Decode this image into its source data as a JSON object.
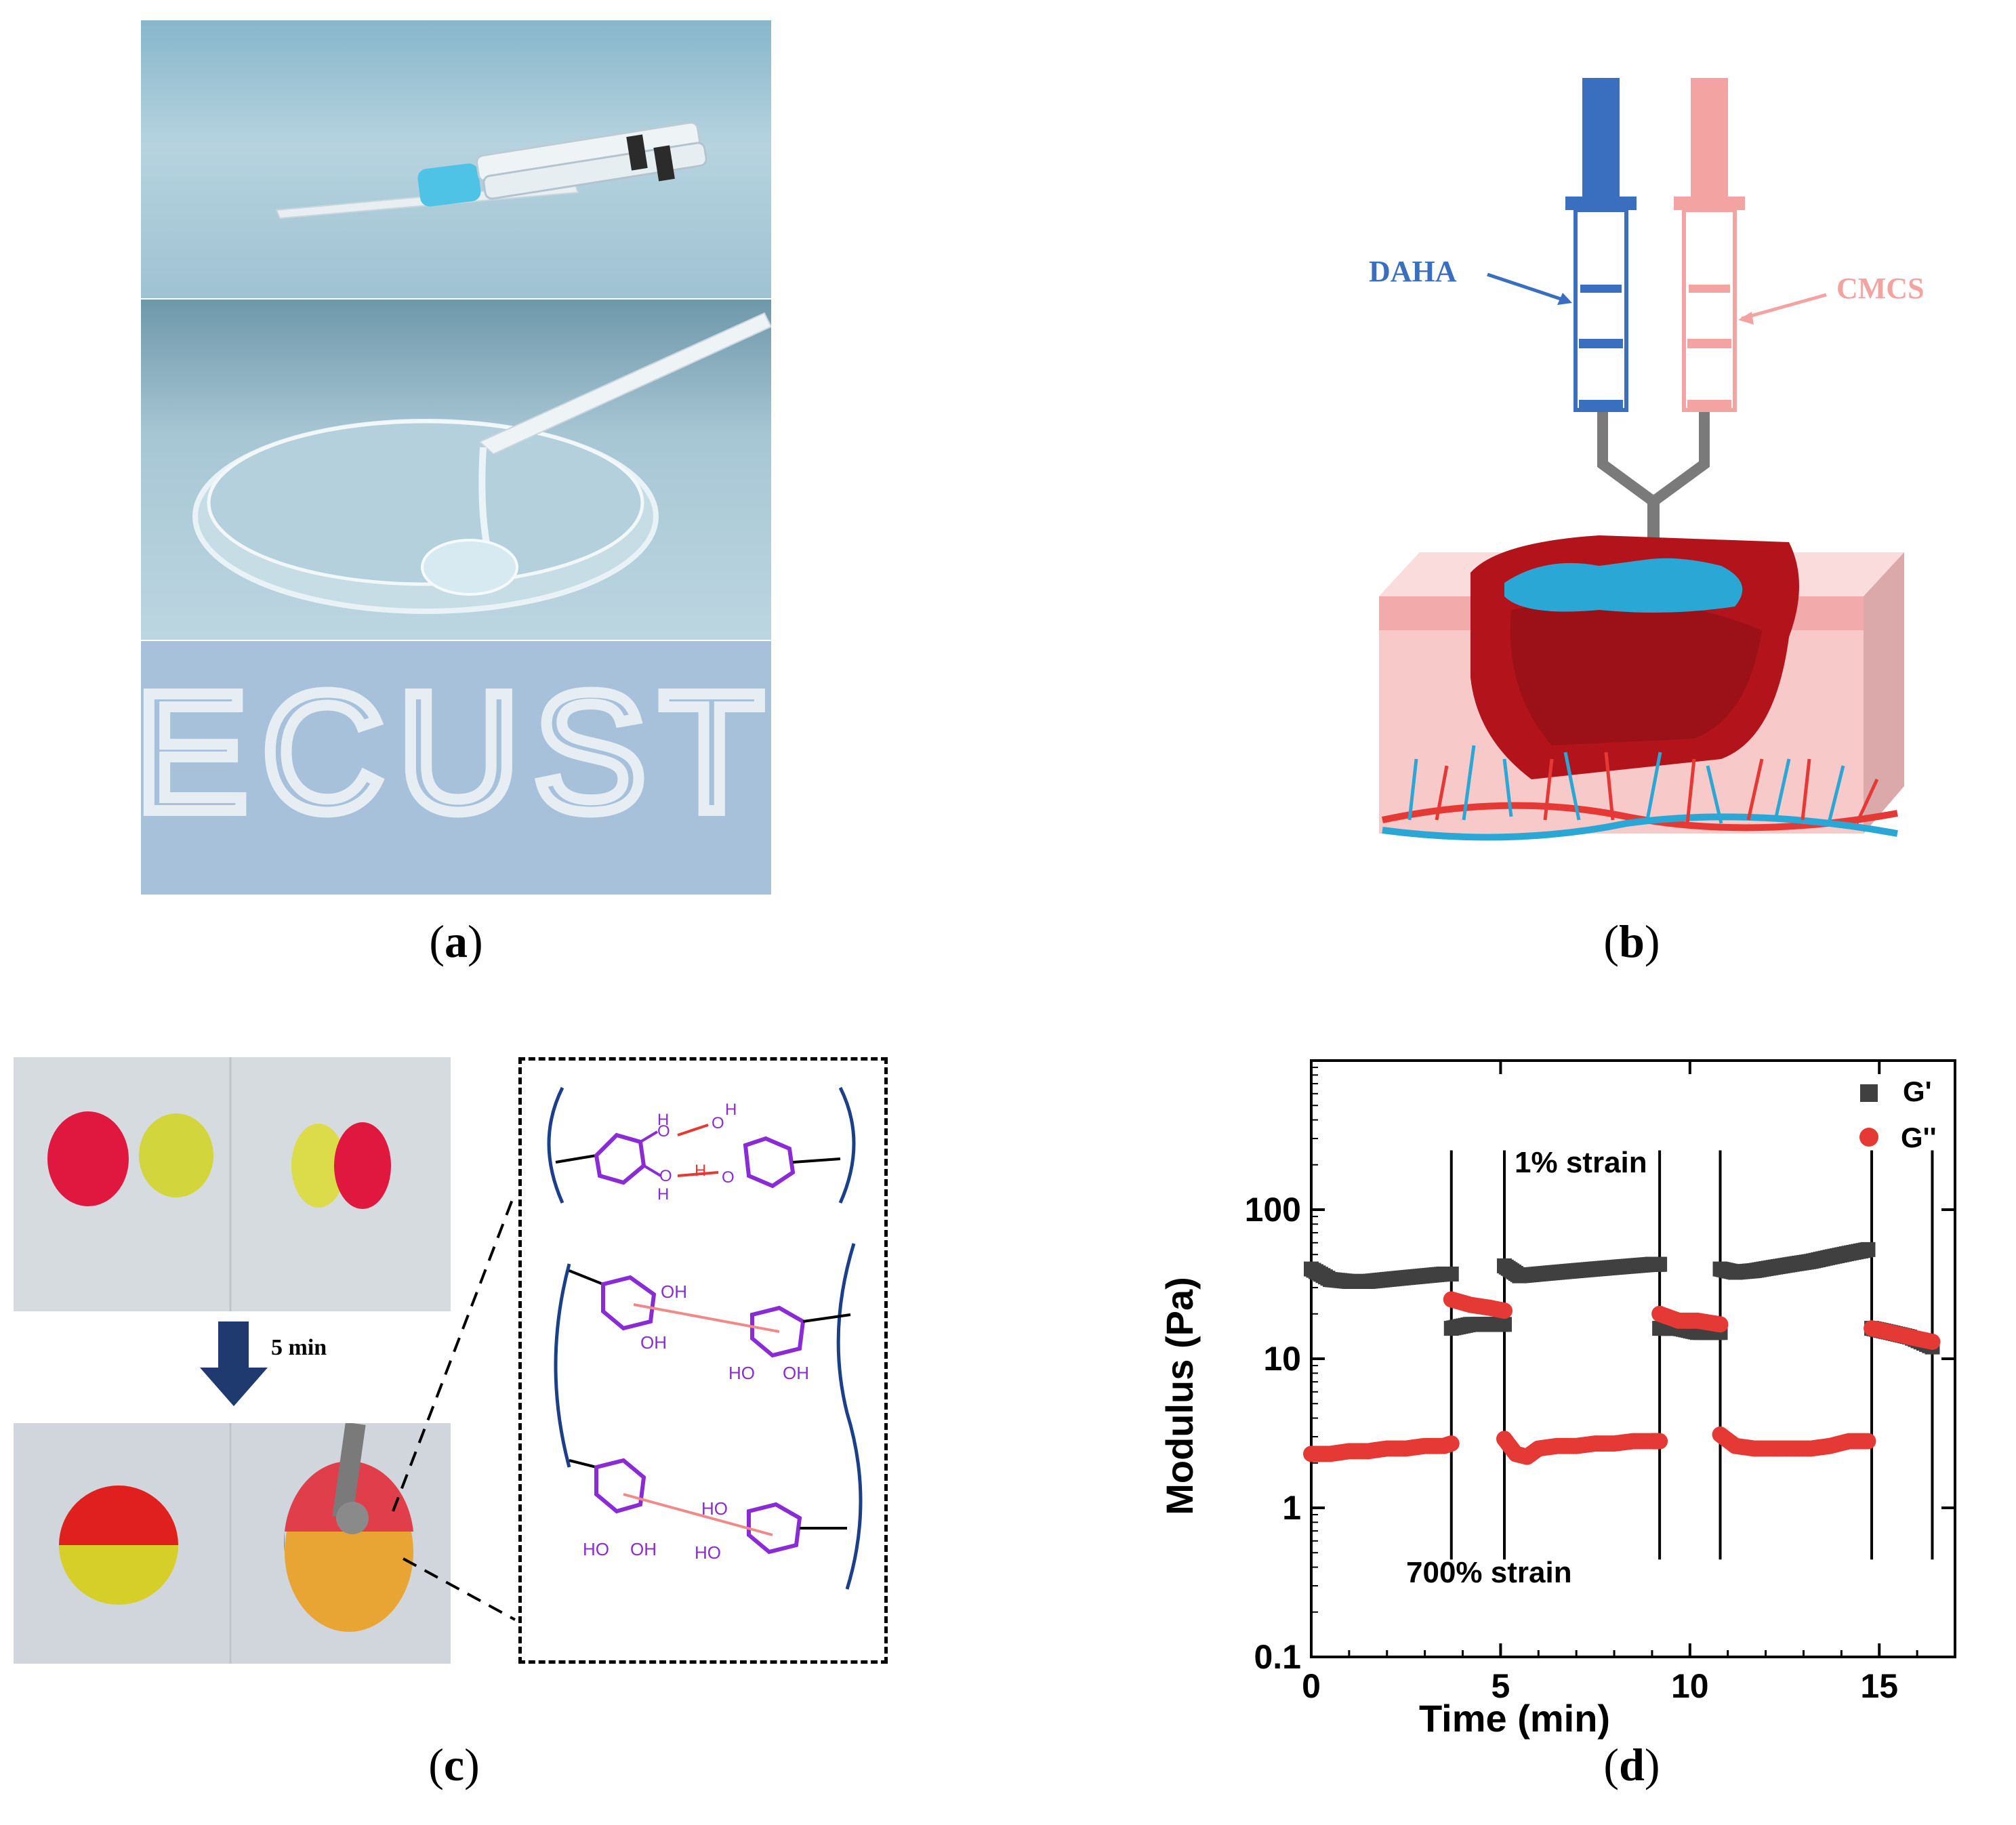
{
  "panel_a": {
    "caption_letter": "a",
    "photo_text": "ECUST",
    "colors": {
      "bg_blue": "#a9c7d6",
      "cap_blue": "#3fbfe0"
    }
  },
  "panel_b": {
    "caption_letter": "b",
    "syringe_left_label": "DAHA",
    "syringe_right_label": "CMCS",
    "colors": {
      "daha": "#3a6fbf",
      "cmcs": "#f4a3a3",
      "tissue": "#f7c9c9",
      "wound": "#b3141c",
      "gel": "#2aa7d4"
    }
  },
  "panel_c": {
    "caption_letter": "c",
    "arrow_label": "5 min",
    "molecule_color": "#8a2bd6",
    "hbond_color": "#e53935",
    "chain_color": "#1c3f8a",
    "labels": {
      "oh": "OH",
      "ho": "HO",
      "o": "O",
      "h": "H"
    }
  },
  "panel_d": {
    "caption_letter": "d",
    "annotation_top": "1% strain",
    "annotation_bottom": "700% strain",
    "legend": [
      {
        "name": "G'",
        "color": "#404040",
        "marker": "square"
      },
      {
        "name": "G''",
        "color": "#e53935",
        "marker": "circle"
      }
    ]
  },
  "chart_data": {
    "type": "scatter",
    "xlabel": "Time (min)",
    "ylabel": "Modulus (Pa)",
    "xlim": [
      0,
      17
    ],
    "ylim": [
      0.1,
      1000
    ],
    "yscale": "log",
    "xticks": [
      "0",
      "5",
      "10",
      "15"
    ],
    "yticks": [
      "0.1",
      "1",
      "10",
      "100"
    ],
    "step_lines_x": [
      3.7,
      5.1,
      9.2,
      10.8,
      14.8,
      16.4
    ],
    "series": [
      {
        "name": "G'",
        "segments": [
          {
            "x": [
              0,
              0.5,
              1,
              1.5,
              2,
              2.5,
              3,
              3.5,
              3.7
            ],
            "y": [
              40,
              34,
              33,
              33,
              34,
              35,
              36,
              37,
              37
            ]
          },
          {
            "x": [
              3.7,
              4.2,
              4.7,
              5.1
            ],
            "y": [
              16,
              17,
              17,
              17
            ]
          },
          {
            "x": [
              5.1,
              5.5,
              6,
              6.5,
              7,
              7.5,
              8,
              8.5,
              9,
              9.2
            ],
            "y": [
              42,
              36,
              37,
              38,
              39,
              40,
              41,
              42,
              43,
              43
            ]
          },
          {
            "x": [
              9.2,
              9.7,
              10.2,
              10.8
            ],
            "y": [
              16,
              16,
              15,
              15
            ]
          },
          {
            "x": [
              10.8,
              11.2,
              11.7,
              12.2,
              12.7,
              13.2,
              13.7,
              14.2,
              14.7
            ],
            "y": [
              40,
              38,
              39,
              41,
              43,
              45,
              48,
              51,
              54
            ]
          },
          {
            "x": [
              14.8,
              15.3,
              15.8,
              16.4
            ],
            "y": [
              16,
              15,
              14,
              12
            ]
          }
        ]
      },
      {
        "name": "G''",
        "segments": [
          {
            "x": [
              0,
              0.5,
              1,
              1.5,
              2,
              2.5,
              3,
              3.5,
              3.7
            ],
            "y": [
              2.3,
              2.3,
              2.4,
              2.4,
              2.5,
              2.5,
              2.6,
              2.6,
              2.7
            ]
          },
          {
            "x": [
              3.7,
              4.2,
              4.7,
              5.1
            ],
            "y": [
              25,
              23,
              22,
              21
            ]
          },
          {
            "x": [
              5.1,
              5.4,
              5.7,
              6,
              6.5,
              7,
              7.5,
              8,
              8.5,
              9,
              9.2
            ],
            "y": [
              2.9,
              2.3,
              2.2,
              2.5,
              2.6,
              2.6,
              2.7,
              2.7,
              2.8,
              2.8,
              2.8
            ]
          },
          {
            "x": [
              9.2,
              9.7,
              10.2,
              10.8
            ],
            "y": [
              20,
              18,
              18,
              17
            ]
          },
          {
            "x": [
              10.8,
              11.2,
              11.7,
              12.2,
              12.7,
              13.2,
              13.7,
              14.2,
              14.7
            ],
            "y": [
              3.1,
              2.6,
              2.5,
              2.5,
              2.5,
              2.5,
              2.6,
              2.8,
              2.8
            ]
          },
          {
            "x": [
              14.8,
              15.3,
              15.8,
              16.4
            ],
            "y": [
              16,
              15,
              14,
              13
            ]
          }
        ]
      }
    ]
  }
}
